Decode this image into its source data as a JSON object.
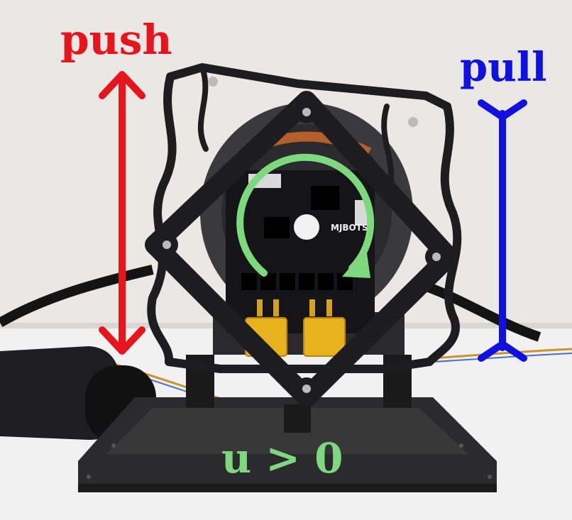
{
  "labels": {
    "push": "push",
    "pull": "pull",
    "condition": "u > 0"
  },
  "colors": {
    "push": "#e8141c",
    "pull": "#1010e0",
    "rotation": "#7ed87e",
    "frame": "#1d1d1f",
    "board": "#151517",
    "connector": "#e8b21e",
    "wall": "#e9e8e4",
    "table": "#f1f1f1"
  },
  "icons": {
    "rotation_indicator": "circular-arrow-icon",
    "push_indicator": "double-headed-arrow-icon",
    "pull_indicator": "tee-bracket-icon"
  },
  "board": {
    "brand": "MJBOTS"
  }
}
